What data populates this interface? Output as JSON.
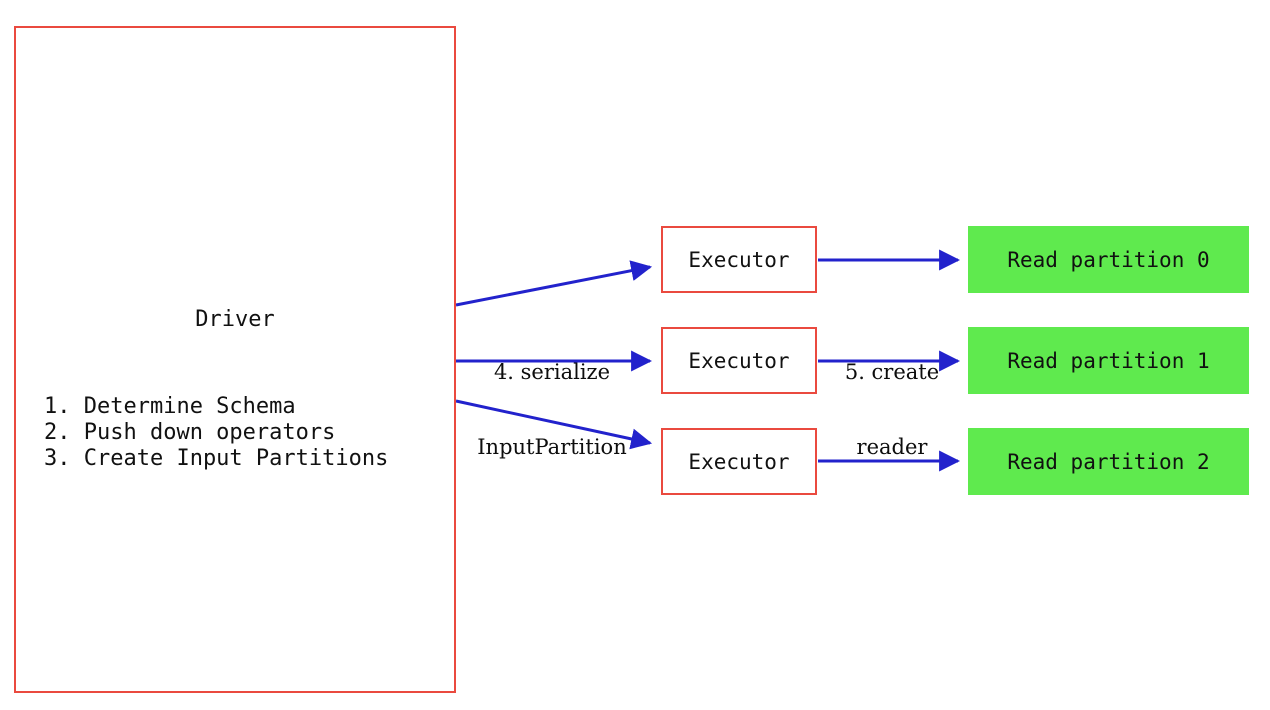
{
  "diagram": {
    "title_hidden": "",
    "colors": {
      "box_border_red": "#ea4a3f",
      "arrow_blue": "#2222cc",
      "partition_green": "#5fea4e",
      "text_black": "#111111",
      "background": "#ffffff"
    },
    "driver": {
      "title": "Driver",
      "steps": [
        "1. Determine Schema",
        "2. Push down operators",
        "3. Create Input Partitions"
      ]
    },
    "executors": [
      {
        "label": "Executor"
      },
      {
        "label": "Executor"
      },
      {
        "label": "Executor"
      }
    ],
    "partitions": [
      {
        "label": "Read partition 0"
      },
      {
        "label": "Read partition 1"
      },
      {
        "label": "Read partition 2"
      }
    ],
    "edge_labels": [
      {
        "line1": "4. serialize",
        "line2": "InputPartition"
      },
      {
        "line1": "5. create",
        "line2": "reader"
      }
    ]
  }
}
